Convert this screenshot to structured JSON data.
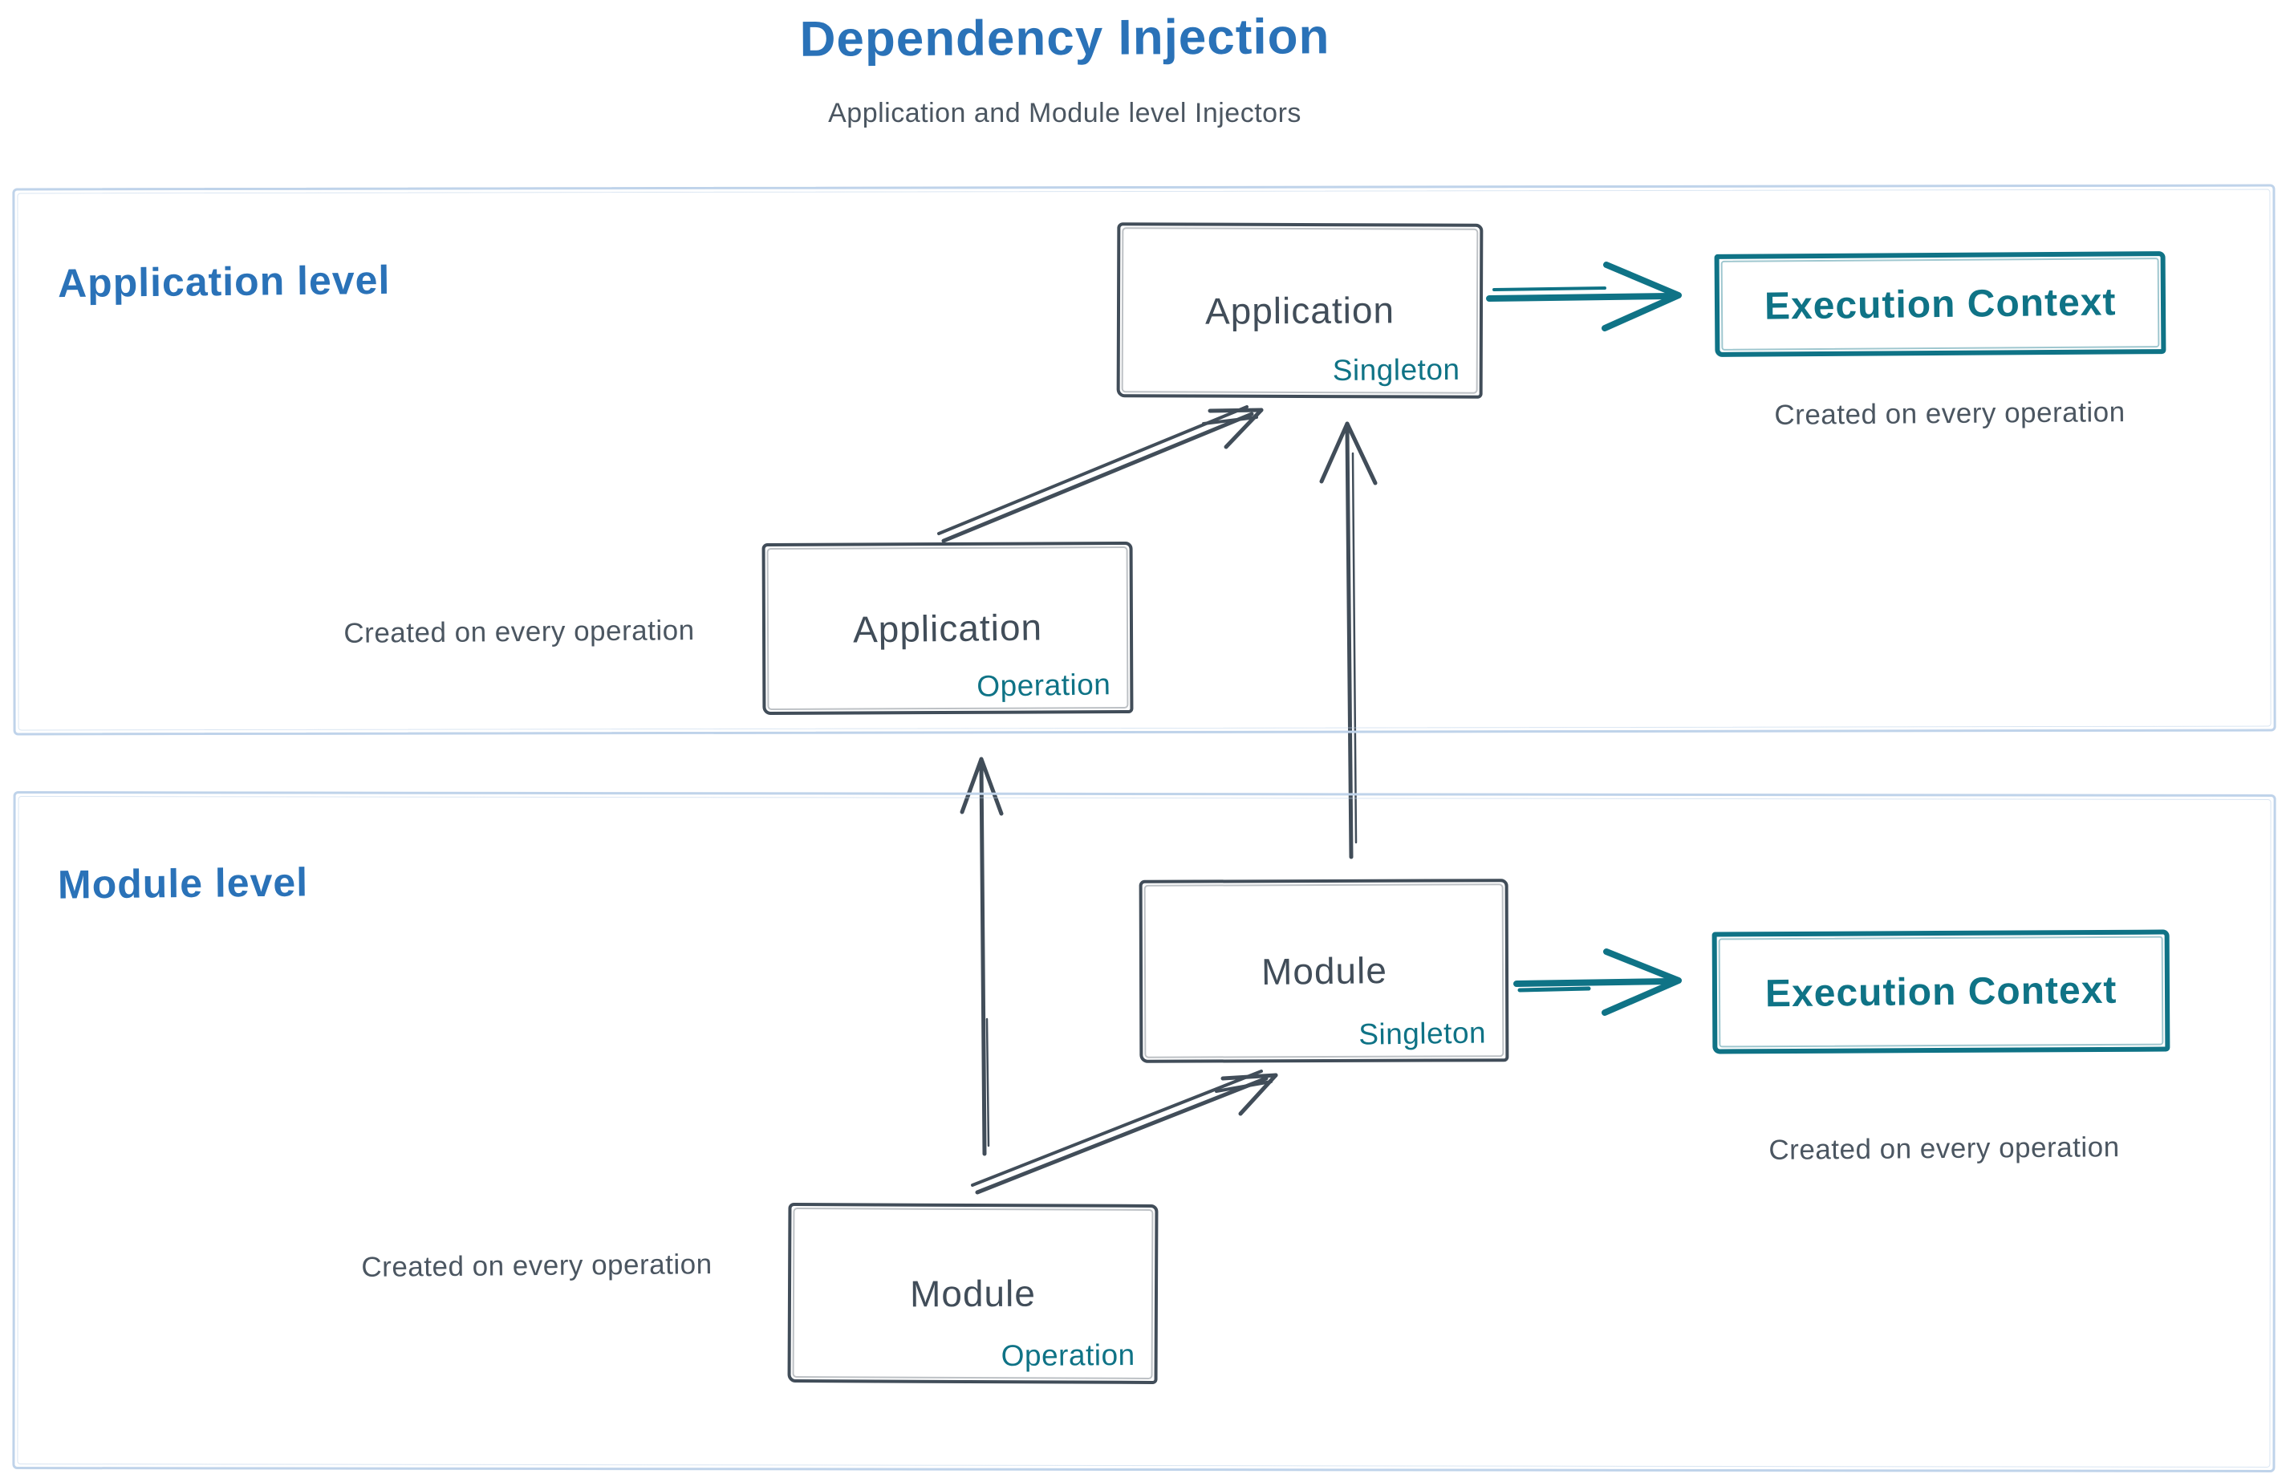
{
  "title": "Dependency Injection",
  "subtitle": "Application and Module level Injectors",
  "colors": {
    "blue": "#2a72b8",
    "dark": "#414d59",
    "teal": "#0f7386",
    "section": "#bfd3ea",
    "caption": "#4b5661",
    "bg": "#ffffff"
  },
  "sections": {
    "application": {
      "label": "Application level"
    },
    "module": {
      "label": "Module level"
    }
  },
  "nodes": {
    "app_singleton": {
      "title": "Application",
      "badge": "Singleton"
    },
    "app_operation": {
      "title": "Application",
      "badge": "Operation"
    },
    "module_singleton": {
      "title": "Module",
      "badge": "Singleton"
    },
    "module_operation": {
      "title": "Module",
      "badge": "Operation"
    }
  },
  "execution_contexts": {
    "application": {
      "label": "Execution Context",
      "caption": "Created on every operation"
    },
    "module": {
      "label": "Execution Context",
      "caption": "Created on every operation"
    }
  },
  "captions": {
    "app_operation": "Created on every operation",
    "module_operation": "Created on every operation"
  },
  "edges": [
    {
      "from": "app_operation",
      "to": "app_singleton"
    },
    {
      "from": "module_singleton",
      "to": "app_singleton"
    },
    {
      "from": "module_operation",
      "to": "app_operation"
    },
    {
      "from": "module_operation",
      "to": "module_singleton"
    },
    {
      "from": "app_singleton",
      "to": "execution_context_application"
    },
    {
      "from": "module_singleton",
      "to": "execution_context_module"
    }
  ]
}
